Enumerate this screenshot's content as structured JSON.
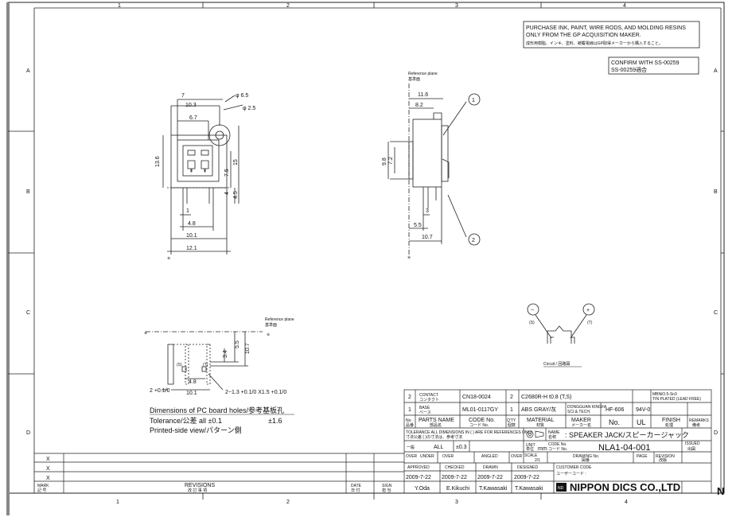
{
  "border": {
    "cols": [
      "1",
      "2",
      "3",
      "4"
    ],
    "rows": [
      "A",
      "B",
      "C",
      "D"
    ],
    "corner_mark": "N"
  },
  "notes": {
    "purchase_en": "PURCHASE INK, PAINT, WIRE RODS, AND MOLDING RESINS ONLY FROM THE GP ACQUISITION MAKER.",
    "purchase_jp": "成形用樹脂、インキ、塗料、被覆電線はGP取得メーカーから購入すること。",
    "confirm_1": "CONFIRM WITH SS-00259",
    "confirm_2": "SS-00259適合"
  },
  "labels": {
    "reference_plane": "Reference plane",
    "reference_plane_jp": "基準面",
    "circuit": "Circuit / 回路図",
    "pcb_title": "Dimensions of PC board holes/参考基板孔",
    "tolerance": "Tolerance/公差 all ±0.1",
    "tolerance_val": "±1.6",
    "printed_side": "Printed-side view/パターン側",
    "star": "※",
    "balloon_1": "1",
    "balloon_2": "2",
    "minus": "−",
    "plus": "+",
    "minus_sub": "(S)",
    "plus_sub": "(T)"
  },
  "dims_front": {
    "d7": "7",
    "d65": "φ 6.5",
    "d25": "φ 2.5",
    "d103": "10.3",
    "d67": "6.7",
    "d136": "13.6",
    "d15": "15",
    "d75": "7.5",
    "d4": "4",
    "d45": "4.5",
    "d1": "1",
    "d48": "4.8",
    "d101": "10.1",
    "d121": "12.1"
  },
  "dims_side": {
    "d116": "11.6",
    "d82": "8.2",
    "d98": "9.8",
    "d72": "7.2",
    "d3": "3",
    "d55": "5.5",
    "d107": "10.7"
  },
  "dims_pcb": {
    "d55": "5.5",
    "d107": "10.7",
    "d34": "3.4",
    "d48": "4.8",
    "d101": "10.1",
    "d2": "2 +0.1/0",
    "holes": "2−1.3 +0.1/0 X1.5 +0.1/0",
    "s": "(S)",
    "t": "(T)"
  },
  "bom": [
    {
      "no": "2",
      "name": "CONTACT",
      "name_jp": "コンタクト",
      "code": "CN18-0024",
      "qty": "2",
      "material": "C2680R-H t0.8 (T,S)",
      "maker": "",
      "maker_no": "",
      "ul": "",
      "finish": "MBNiO.5-Sn3 TIN PLATED (LEAD FREE)",
      "remarks": ""
    },
    {
      "no": "1",
      "name": "BASE",
      "name_jp": "ベース",
      "code": "ML01-0117GY",
      "qty": "1",
      "material": "ABS GRAY/灰",
      "maker": "DONGGUAN KINGFA SCI.& TECH.",
      "maker_no": "HF-606",
      "ul": "94V-0",
      "finish": "",
      "remarks": ""
    }
  ],
  "title_block": {
    "h_no": "No.",
    "h_no_jp": "品番",
    "h_parts": "PARTS NAME",
    "h_parts_jp": "部品名",
    "h_code": "CODE No.",
    "h_code_jp": "コード No.",
    "h_qty": "Q'TY",
    "h_qty_jp": "個数",
    "h_material": "MATERIAL",
    "h_material_jp": "材質",
    "h_maker": "MAKER",
    "h_maker_jp": "メーカー名",
    "h_maker_no": "No.",
    "h_ul": "UL",
    "h_finish": "FINISH",
    "h_finish_jp": "処理",
    "h_remarks": "REMARKS",
    "h_remarks_jp": "備考",
    "tolerance_note": "TOLERANCE ALL DIMENSIONS IN ( ) ARE FOR REFERENCES ONLY.",
    "tolerance_note_jp": "寸法公差 ( )の寸法は、参考寸法",
    "name_label": "NAME",
    "name_label_jp": "名称",
    "name_value": ": SPEAKER JACK/スピーカージャック",
    "tol_label": "一般",
    "tol_all": "ALL",
    "tol_val": "±0.3",
    "unit": "UNIT",
    "unit_jp": "単位",
    "unit_val": "mm",
    "code_no": "CODE No.",
    "code_no_jp": "コード No.",
    "code_value": "NLA1-04-001",
    "issued": "ISSUED",
    "issued_jp": "出図",
    "over": "OVER",
    "under": "UNDER",
    "angled": "ANGLED",
    "scale": "SCALE",
    "scale_val": "2/1",
    "drawing_no": "DRAWING No.",
    "drawing_no_jp": "図番",
    "page": "PAGE",
    "revision": "REVISION",
    "revision_jp": "改版",
    "approved": "APPROVED",
    "checked": "CHECKED",
    "drawn": "DRAWN",
    "designed": "DESIGNED",
    "customer_code": "CUSTOMER CODE",
    "customer_code_jp": "ユーザーコード :",
    "date": "2009-7-22",
    "approved_by": "Y.Oda",
    "checked_by": "E.Kikuchi",
    "drawn_by": "T.Kawasaki",
    "designed_by": "T.Kawasaki",
    "company": "NIPPON DICS CO.,LTD",
    "logo": "ND"
  },
  "revisions": {
    "x": "X",
    "mark": "MARK",
    "mark_jp": "記 号",
    "revisions": "REVISIONS",
    "revisions_jp": "改 訂 事 項",
    "date": "DATE",
    "date_jp": "日 付",
    "sign": "SIGN",
    "sign_jp": "担 当"
  }
}
